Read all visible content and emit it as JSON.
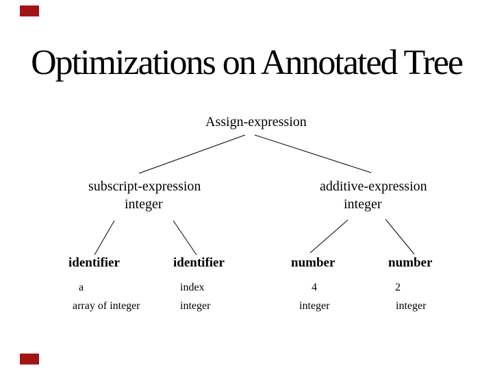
{
  "slide": {
    "title": "Optimizations on Annotated Tree",
    "background_color": "#ffffff",
    "text_color": "#000000",
    "accent_color": "#a31515"
  },
  "tree": {
    "root": {
      "label": "Assign-expression"
    },
    "internal_nodes": [
      {
        "label": "subscript-expression",
        "type_annotation": "integer"
      },
      {
        "label": "additive-expression",
        "type_annotation": "integer"
      }
    ],
    "leaves": [
      {
        "label": "identifier",
        "value": "a",
        "type_annotation": "array of integer"
      },
      {
        "label": "identifier",
        "value": "index",
        "type_annotation": "integer"
      },
      {
        "label": "number",
        "value": "4",
        "type_annotation": "integer"
      },
      {
        "label": "number",
        "value": "2",
        "type_annotation": "integer"
      }
    ]
  }
}
